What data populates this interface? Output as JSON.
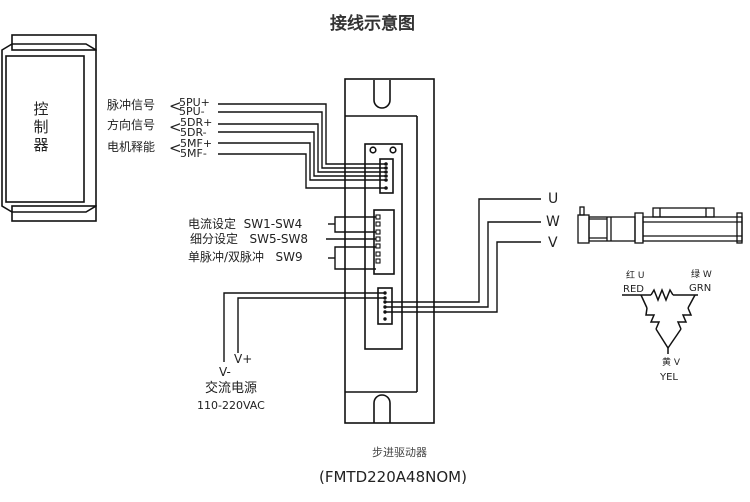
{
  "title": "接线示意图",
  "controller": {
    "label": "控制器"
  },
  "signals": [
    {
      "label": "脉冲信号",
      "pins": [
        "5PU+",
        "5PU-"
      ]
    },
    {
      "label": "方向信号",
      "pins": [
        "5DR+",
        "5DR-"
      ]
    },
    {
      "label": "电机释能",
      "pins": [
        "5MF+",
        "5MF-"
      ]
    }
  ],
  "switches": [
    {
      "label": "电流设定",
      "range": "SW1-SW4"
    },
    {
      "label": "细分设定",
      "range": "SW5-SW8"
    },
    {
      "label": "单脉冲/双脉冲",
      "range": "SW9"
    }
  ],
  "power": {
    "v_plus": "V+",
    "v_minus": "V-",
    "label": "交流电源",
    "spec": "110-220VAC"
  },
  "motor_phases": [
    "U",
    "W",
    "V"
  ],
  "winding": {
    "red": {
      "cn": "红 U",
      "en": "RED"
    },
    "green": {
      "cn": "绿 W",
      "en": "GRN"
    },
    "yellow": {
      "cn": "黄 V",
      "en": "YEL"
    }
  },
  "driver": {
    "caption": "步进驱动器",
    "model": "(FMTD220A48NOM)"
  },
  "colors": {
    "line": "#111111",
    "text": "#222222"
  }
}
